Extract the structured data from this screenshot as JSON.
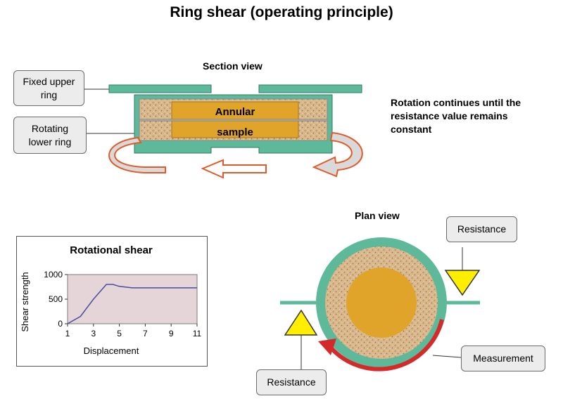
{
  "page": {
    "title": "Ring shear (operating principle)"
  },
  "section_view": {
    "title": "Section view",
    "sample_label_line1": "Annular",
    "sample_label_line2": "sample",
    "callout_fixed_line1": "Fixed upper",
    "callout_fixed_line2": "ring",
    "callout_rotating_line1": "Rotating",
    "callout_rotating_line2": "lower ring",
    "note_line1": "Rotation continues until the",
    "note_line2": "resistance value remains",
    "note_line3": "constant"
  },
  "plan_view": {
    "title": "Plan view",
    "resistance_top": "Resistance",
    "resistance_bottom": "Resistance",
    "measurement": "Measurement"
  },
  "colors": {
    "ring_teal": "#5db99a",
    "sample_gold": "#e0a42b",
    "sand": "#d8b88c",
    "arrow_red": "#e05a2a",
    "measure_red": "#d42a2a",
    "triangle_yellow": "#ffee00",
    "plot_fill": "#e6d5d8",
    "line_purple": "#4b4ba0"
  },
  "chart_data": {
    "type": "line",
    "title": "Rotational shear",
    "xlabel": "Displacement",
    "ylabel": "Shear strength",
    "x_ticks": [
      "1",
      "3",
      "5",
      "7",
      "9",
      "11"
    ],
    "y_ticks": [
      "0",
      "500",
      "1000"
    ],
    "xlim": [
      1,
      11
    ],
    "ylim": [
      0,
      1000
    ],
    "grid": false,
    "series": [
      {
        "x": [
          1,
          2,
          3,
          4,
          4.5,
          5,
          6,
          7,
          8,
          9,
          10,
          11
        ],
        "y": [
          0,
          150,
          500,
          800,
          800,
          760,
          730,
          730,
          730,
          730,
          730,
          730
        ]
      }
    ]
  }
}
